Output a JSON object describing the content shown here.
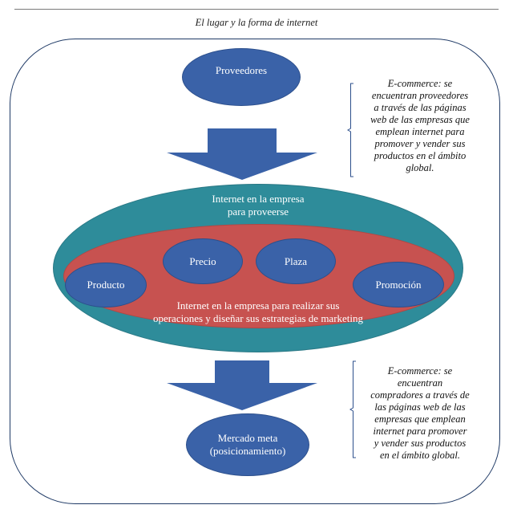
{
  "title": "El lugar y la forma de internet",
  "nodes": {
    "proveedores": "Proveedores",
    "internet_proveerse": [
      "Internet en la empresa",
      "para proveerse"
    ],
    "precio": "Precio",
    "plaza": "Plaza",
    "producto": "Producto",
    "promocion": "Promoción",
    "internet_operaciones": [
      "Internet en la empresa para realizar sus",
      "operaciones y diseñar sus estrategias de marketing"
    ],
    "mercado_meta": [
      "Mercado meta",
      "(posicionamiento)"
    ]
  },
  "notes": {
    "proveedores_note": [
      "E-commerce: se",
      "encuentran proveedores",
      "a través de las páginas",
      "web de las empresas que",
      "emplean internet para",
      "promover y vender sus",
      "productos en el ámbito",
      "global."
    ],
    "compradores_note": [
      "E-commerce: se",
      "encuentran",
      "compradores a través de",
      "las páginas web de las",
      "empresas que emplean",
      "internet para promover",
      "y vender sus productos",
      "en el ámbito global."
    ]
  },
  "colors": {
    "blue": "#3a62a8",
    "teal": "#2e8c9a",
    "red": "#c75250",
    "frame": "#1f3a66"
  }
}
